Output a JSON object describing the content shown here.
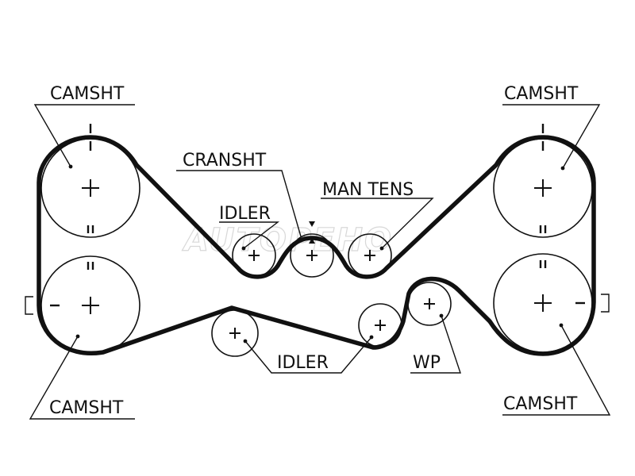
{
  "labels": {
    "camsht_tl": "CAMSHT",
    "camsht_tr": "CAMSHT",
    "camsht_bl": "CAMSHT",
    "camsht_br": "CAMSHT",
    "cransht": "CRANSHT",
    "idler_top": "IDLER",
    "man_tens": "MAN TENS",
    "idler_bottom": "IDLER",
    "wp": "WP"
  },
  "watermark": "AUTOPEHO"
}
